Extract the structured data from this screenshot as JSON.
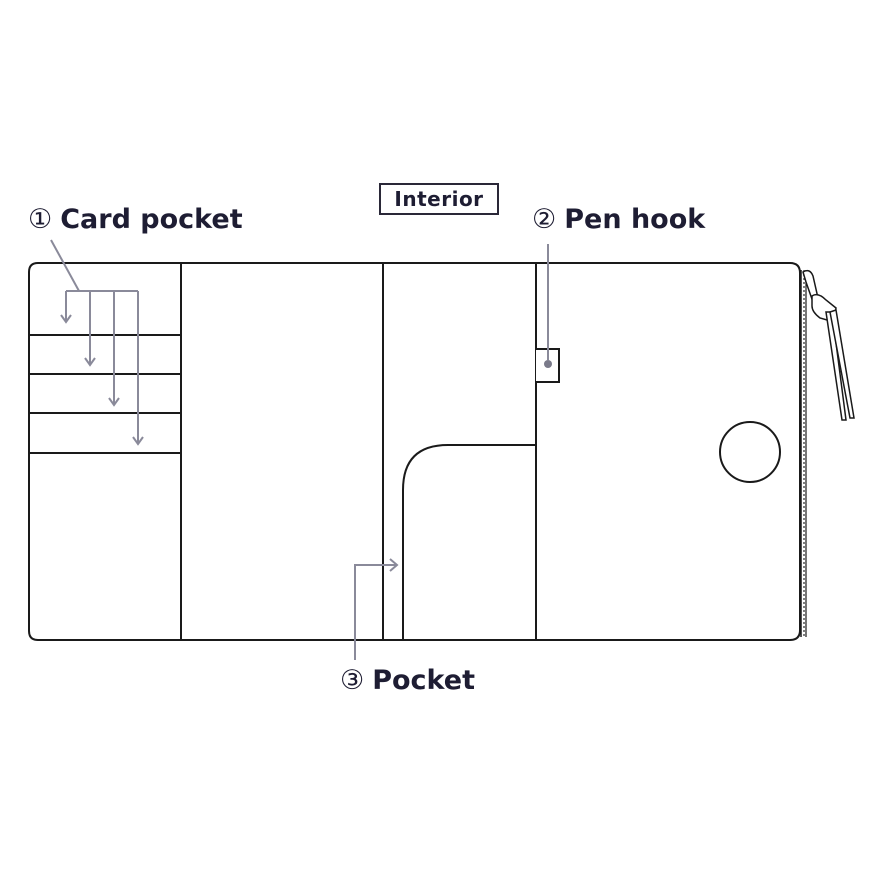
{
  "diagram": {
    "title": "Interior",
    "colors": {
      "outline": "#1a1a1a",
      "callout": "#8a8a9a",
      "text": "#1e1d33"
    },
    "callouts": [
      {
        "number": "①",
        "label": "Card pocket"
      },
      {
        "number": "②",
        "label": "Pen hook"
      },
      {
        "number": "③",
        "label": "Pocket"
      }
    ],
    "card_pocket_arrows": 4,
    "card_slots": 4
  }
}
